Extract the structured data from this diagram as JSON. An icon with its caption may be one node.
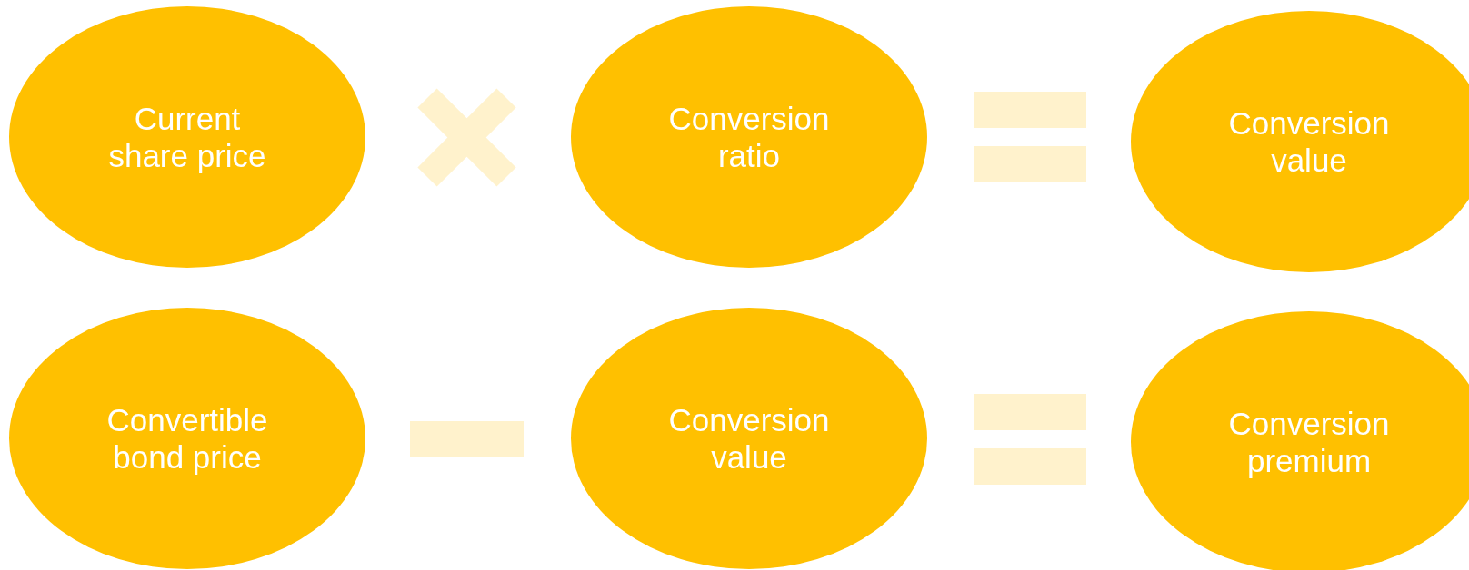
{
  "diagram": {
    "nodes": [
      {
        "text": [
          "Current share price"
        ]
      },
      {
        "text": [
          "Conversion ratio"
        ]
      },
      {
        "text": [
          "Conversion value"
        ]
      },
      {
        "text": [
          "Convertible bond price"
        ]
      },
      {
        "text": [
          "Conversion value"
        ]
      },
      {
        "text": [
          "Conversion premium"
        ]
      }
    ]
  }
}
